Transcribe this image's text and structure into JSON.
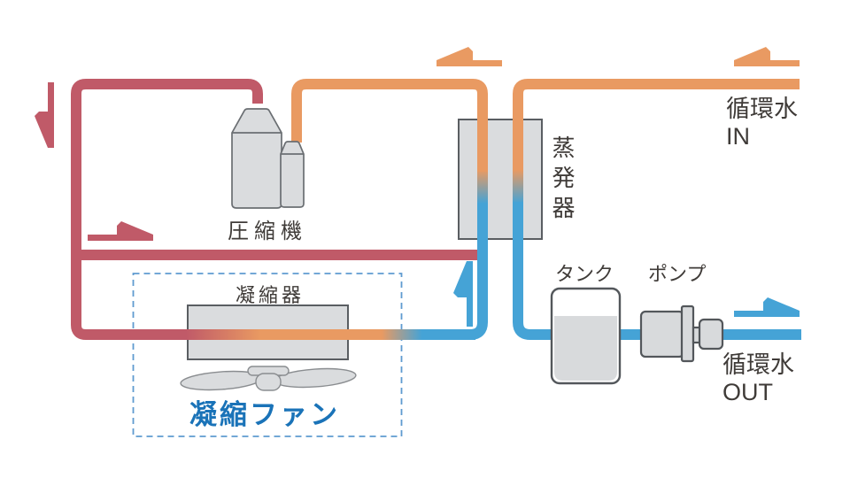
{
  "labels": {
    "compressor": "圧縮機",
    "evaporator": "蒸発器",
    "condenser": "凝縮器",
    "condenser_fan": "凝縮ファン",
    "tank": "タンク",
    "pump": "ポンプ",
    "water_in": {
      "line1": "循環水",
      "line2": "IN"
    },
    "water_out": {
      "line1": "循環水",
      "line2": "OUT"
    }
  },
  "colors": {
    "hot_refrigerant": "#c05a68",
    "warm": "#e99a62",
    "cold_water": "#45a3d6",
    "component_fill": "#dadcde",
    "component_stroke": "#5a5e62",
    "label_text": "#3f3b38",
    "fan_label_text": "#1a73b8",
    "dashed_border": "#5f9bd0"
  },
  "flow_arrows": [
    {
      "name": "refrigerant-down-arrow",
      "direction": "down",
      "color": "#c05a68"
    },
    {
      "name": "bypass-right-arrow",
      "direction": "right",
      "color": "#c05a68"
    },
    {
      "name": "suction-left-arrow",
      "direction": "left",
      "color": "#e99a62"
    },
    {
      "name": "water-in-left-arrow",
      "direction": "left",
      "color": "#e99a62"
    },
    {
      "name": "riser-up-arrow",
      "direction": "up",
      "color": "#45a3d6"
    },
    {
      "name": "water-out-right-arrow",
      "direction": "right",
      "color": "#45a3d6"
    }
  ]
}
